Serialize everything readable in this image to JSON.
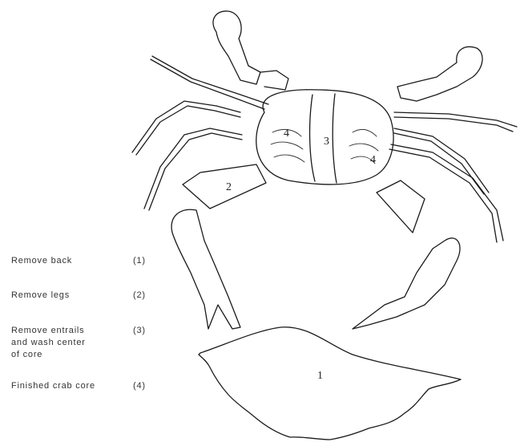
{
  "steps": [
    {
      "text": "Remove back",
      "number": "(1)"
    },
    {
      "text": "Remove legs",
      "number": "(2)"
    },
    {
      "text": "Remove entrails and wash center of core",
      "number": "(3)"
    },
    {
      "text": "Finished crab core",
      "number": "(4)"
    }
  ],
  "markers": {
    "back": "1",
    "leg": "2",
    "center": "3",
    "core_left": "4",
    "core_right": "4"
  }
}
